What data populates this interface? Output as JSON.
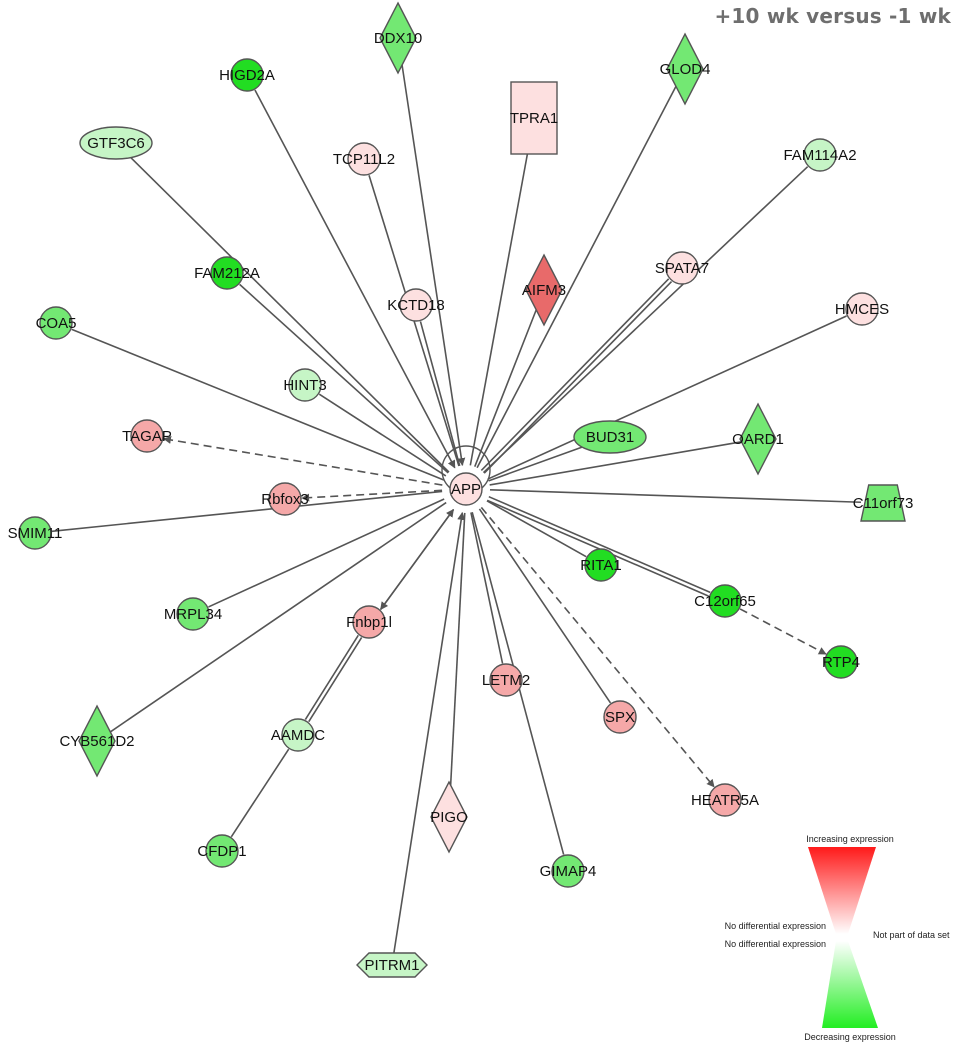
{
  "title": "+10 wk versus -1 wk",
  "colors": {
    "up_strong": "#e86a6a",
    "up_medium": "#f5a8a8",
    "up_light": "#fde0e0",
    "down_strong": "#22dd22",
    "down_medium": "#73e873",
    "down_light": "#c6f5c6",
    "edge": "#555555",
    "node_stroke": "#555555"
  },
  "network": {
    "hub": "APP",
    "nodes": [
      {
        "id": "APP",
        "label": "APP",
        "shape": "circle",
        "color": "up_light"
      },
      {
        "id": "DDX10",
        "label": "DDX10",
        "shape": "diamond",
        "color": "down_medium"
      },
      {
        "id": "HIGD2A",
        "label": "HIGD2A",
        "shape": "circle",
        "color": "down_strong"
      },
      {
        "id": "TPRA1",
        "label": "TPRA1",
        "shape": "rectangle",
        "color": "up_light"
      },
      {
        "id": "GLOD4",
        "label": "GLOD4",
        "shape": "diamond",
        "color": "down_medium"
      },
      {
        "id": "GTF3C6",
        "label": "GTF3C6",
        "shape": "ellipse",
        "color": "down_light"
      },
      {
        "id": "TCP11L2",
        "label": "TCP11L2",
        "shape": "circle",
        "color": "up_light"
      },
      {
        "id": "FAM114A2",
        "label": "FAM114A2",
        "shape": "circle",
        "color": "down_light"
      },
      {
        "id": "FAM212A",
        "label": "FAM212A",
        "shape": "circle",
        "color": "down_strong"
      },
      {
        "id": "SPATA7",
        "label": "SPATA7",
        "shape": "circle",
        "color": "up_light"
      },
      {
        "id": "AIFM3",
        "label": "AIFM3",
        "shape": "diamond",
        "color": "up_strong"
      },
      {
        "id": "KCTD18",
        "label": "KCTD18",
        "shape": "circle",
        "color": "up_light"
      },
      {
        "id": "COA5",
        "label": "COA5",
        "shape": "circle",
        "color": "down_medium"
      },
      {
        "id": "HMCES",
        "label": "HMCES",
        "shape": "circle",
        "color": "up_light"
      },
      {
        "id": "HINT3",
        "label": "HINT3",
        "shape": "circle",
        "color": "down_light"
      },
      {
        "id": "TAGAP",
        "label": "TAGAP",
        "shape": "circle",
        "color": "up_medium"
      },
      {
        "id": "BUD31",
        "label": "BUD31",
        "shape": "ellipse",
        "color": "down_medium"
      },
      {
        "id": "OARD1",
        "label": "OARD1",
        "shape": "diamond",
        "color": "down_medium"
      },
      {
        "id": "Rbfox3",
        "label": "Rbfox3",
        "shape": "circle",
        "color": "up_medium"
      },
      {
        "id": "C11orf73",
        "label": "C11orf73",
        "shape": "trapezoid",
        "color": "down_medium"
      },
      {
        "id": "SMIM11",
        "label": "SMIM11",
        "shape": "circle",
        "color": "down_medium"
      },
      {
        "id": "RITA1",
        "label": "RITA1",
        "shape": "circle",
        "color": "down_strong"
      },
      {
        "id": "C12orf65",
        "label": "C12orf65",
        "shape": "circle",
        "color": "down_strong"
      },
      {
        "id": "MRPL34",
        "label": "MRPL34",
        "shape": "circle",
        "color": "down_medium"
      },
      {
        "id": "Fnbp1l",
        "label": "Fnbp1l",
        "shape": "circle",
        "color": "up_medium"
      },
      {
        "id": "RTP4",
        "label": "RTP4",
        "shape": "circle",
        "color": "down_strong"
      },
      {
        "id": "LETM2",
        "label": "LETM2",
        "shape": "circle",
        "color": "up_medium"
      },
      {
        "id": "CYB561D2",
        "label": "CYB561D2",
        "shape": "diamond",
        "color": "down_medium"
      },
      {
        "id": "AAMDC",
        "label": "AAMDC",
        "shape": "circle",
        "color": "down_light"
      },
      {
        "id": "SPX",
        "label": "SPX",
        "shape": "circle",
        "color": "up_medium"
      },
      {
        "id": "HEATR5A",
        "label": "HEATR5A",
        "shape": "circle",
        "color": "up_medium"
      },
      {
        "id": "PIGO",
        "label": "PIGO",
        "shape": "diamond",
        "color": "up_light"
      },
      {
        "id": "CFDP1",
        "label": "CFDP1",
        "shape": "circle",
        "color": "down_medium"
      },
      {
        "id": "GIMAP4",
        "label": "GIMAP4",
        "shape": "circle",
        "color": "down_medium"
      },
      {
        "id": "PITRM1",
        "label": "PITRM1",
        "shape": "hexagon",
        "color": "down_light"
      }
    ],
    "edges": [
      {
        "source": "DDX10",
        "target": "APP",
        "style": "solid",
        "arrow": true
      },
      {
        "source": "HIGD2A",
        "target": "APP",
        "style": "solid",
        "arrow": true
      },
      {
        "source": "TPRA1",
        "target": "APP",
        "style": "solid",
        "arrow": false
      },
      {
        "source": "GLOD4",
        "target": "APP",
        "style": "solid",
        "arrow": false
      },
      {
        "source": "GTF3C6",
        "target": "APP",
        "style": "solid",
        "arrow": false
      },
      {
        "source": "TCP11L2",
        "target": "APP",
        "style": "solid",
        "arrow": false
      },
      {
        "source": "FAM114A2",
        "target": "APP",
        "style": "solid",
        "arrow": false
      },
      {
        "source": "FAM212A",
        "target": "APP",
        "style": "solid",
        "arrow": false
      },
      {
        "source": "SPATA7",
        "target": "APP",
        "style": "solid",
        "arrow": false
      },
      {
        "source": "SPATA7",
        "target": "APP",
        "style": "solid",
        "arrow": false
      },
      {
        "source": "AIFM3",
        "target": "APP",
        "style": "solid",
        "arrow": false
      },
      {
        "source": "KCTD18",
        "target": "APP",
        "style": "solid",
        "arrow": false
      },
      {
        "source": "COA5",
        "target": "APP",
        "style": "solid",
        "arrow": false
      },
      {
        "source": "HMCES",
        "target": "APP",
        "style": "solid",
        "arrow": false
      },
      {
        "source": "HINT3",
        "target": "APP",
        "style": "solid",
        "arrow": false
      },
      {
        "source": "APP",
        "target": "TAGAP",
        "style": "dashed",
        "arrow": true
      },
      {
        "source": "BUD31",
        "target": "APP",
        "style": "solid",
        "arrow": false
      },
      {
        "source": "OARD1",
        "target": "APP",
        "style": "solid",
        "arrow": false
      },
      {
        "source": "APP",
        "target": "Rbfox3",
        "style": "dashed",
        "arrow": true
      },
      {
        "source": "C11orf73",
        "target": "APP",
        "style": "solid",
        "arrow": false
      },
      {
        "source": "SMIM11",
        "target": "APP",
        "style": "solid",
        "arrow": false
      },
      {
        "source": "RITA1",
        "target": "APP",
        "style": "solid",
        "arrow": false
      },
      {
        "source": "C12orf65",
        "target": "APP",
        "style": "solid",
        "arrow": false
      },
      {
        "source": "C12orf65",
        "target": "APP",
        "style": "solid",
        "arrow": false
      },
      {
        "source": "C12orf65",
        "target": "RTP4",
        "style": "dashed",
        "arrow": true
      },
      {
        "source": "MRPL34",
        "target": "APP",
        "style": "solid",
        "arrow": false
      },
      {
        "source": "APP",
        "target": "Fnbp1l",
        "style": "solid",
        "arrow": true
      },
      {
        "source": "Fnbp1l",
        "target": "APP",
        "style": "solid",
        "arrow": true
      },
      {
        "source": "LETM2",
        "target": "APP",
        "style": "solid",
        "arrow": false
      },
      {
        "source": "CYB561D2",
        "target": "APP",
        "style": "solid",
        "arrow": false
      },
      {
        "source": "AAMDC",
        "target": "Fnbp1l",
        "style": "solid",
        "arrow": false
      },
      {
        "source": "AAMDC",
        "target": "Fnbp1l",
        "style": "solid",
        "arrow": false
      },
      {
        "source": "SPX",
        "target": "APP",
        "style": "solid",
        "arrow": false
      },
      {
        "source": "APP",
        "target": "HEATR5A",
        "style": "dashed",
        "arrow": true
      },
      {
        "source": "PIGO",
        "target": "APP",
        "style": "solid",
        "arrow": false
      },
      {
        "source": "CFDP1",
        "target": "AAMDC",
        "style": "solid",
        "arrow": false
      },
      {
        "source": "GIMAP4",
        "target": "APP",
        "style": "solid",
        "arrow": false
      },
      {
        "source": "PITRM1",
        "target": "APP",
        "style": "solid",
        "arrow": true
      }
    ]
  },
  "legend": {
    "top_label": "Increasing expression",
    "mid_label_upper": "No differential expression",
    "mid_label_lower": "No differential expression",
    "right_label": "Not part of data set",
    "bottom_label": "Decreasing expression",
    "top_color": "#ff1a1a",
    "bottom_color": "#22ee22"
  }
}
